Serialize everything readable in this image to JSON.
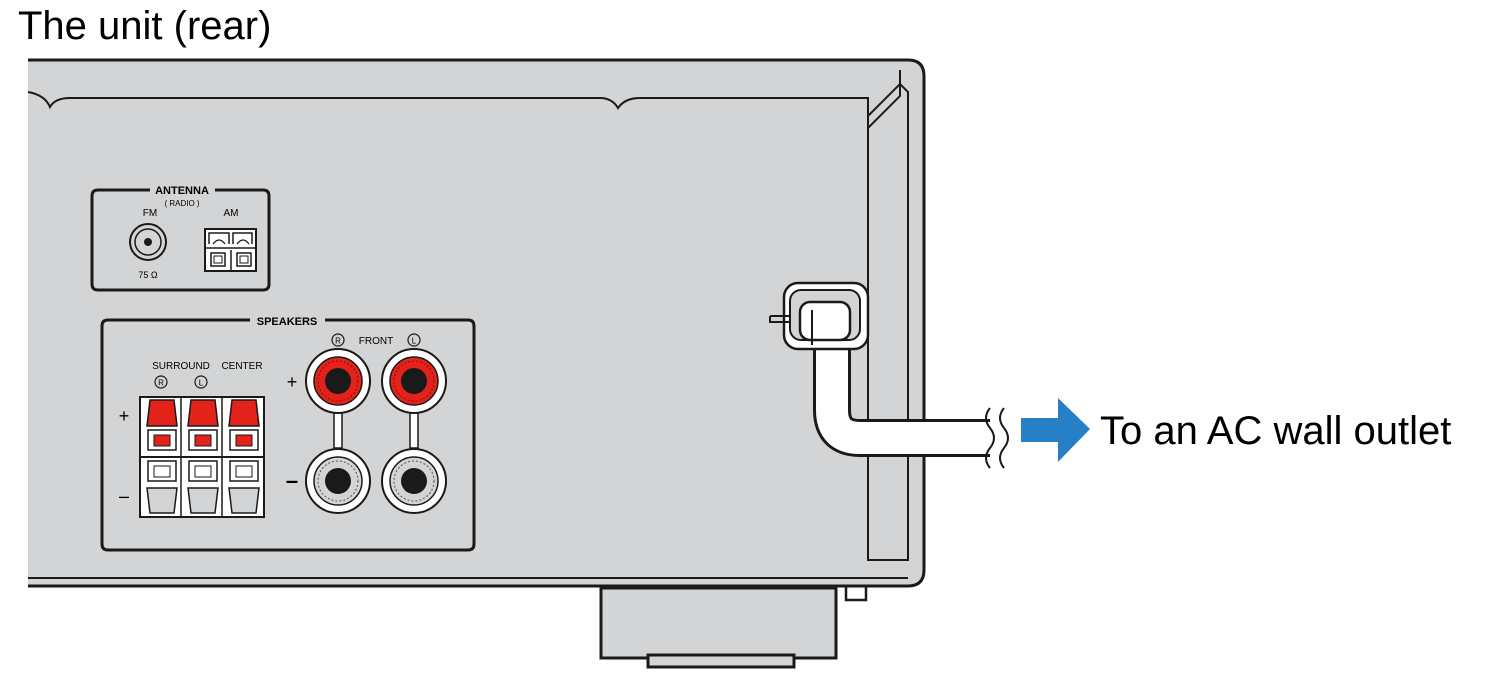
{
  "title": "The unit (rear)",
  "antenna": {
    "heading": "ANTENNA",
    "sub": "( RADIO )",
    "fm": "FM",
    "am": "AM",
    "impedance": "75 Ω"
  },
  "speakers": {
    "heading": "SPEAKERS",
    "surround": "SURROUND",
    "center": "CENTER",
    "front": "FRONT",
    "r": "R",
    "l": "L",
    "plus": "+",
    "minus": "–"
  },
  "power": {
    "label": "To an AC wall outlet"
  },
  "colors": {
    "panel": "#d3d4d5",
    "terminal_red": "#e32319",
    "arrow_blue": "#2680c8",
    "line": "#1a1a1a"
  }
}
